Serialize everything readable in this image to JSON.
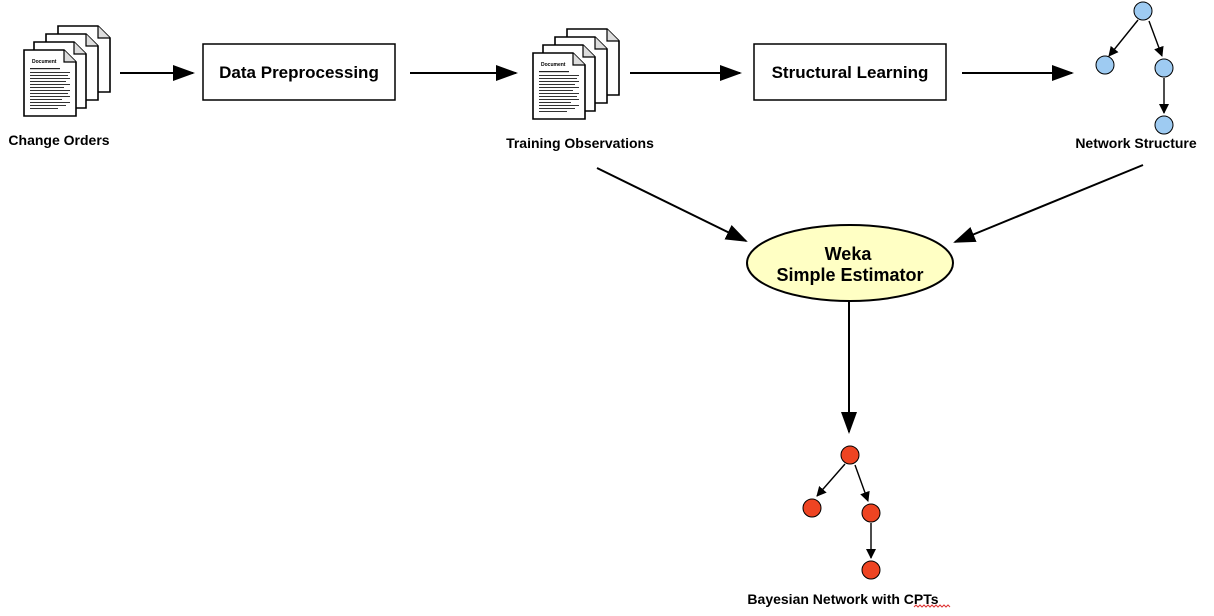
{
  "nodes": {
    "change_orders": "Change Orders",
    "data_preprocessing": "Data Preprocessing",
    "training_observations": "Training Observations",
    "structural_learning": "Structural Learning",
    "network_structure": "Network Structure",
    "weka_line1": "Weka",
    "weka_line2": "Simple Estimator",
    "bayesian_network": "Bayesian Network with CPTs"
  },
  "document_icon": {
    "title": "Document"
  },
  "colors": {
    "tree_node_blue": "#9ecbf2",
    "tree_node_red": "#ee4422",
    "estimator_fill": "#ffffc4"
  },
  "icons": [
    "document-stack-icon",
    "tree-graph-icon"
  ]
}
